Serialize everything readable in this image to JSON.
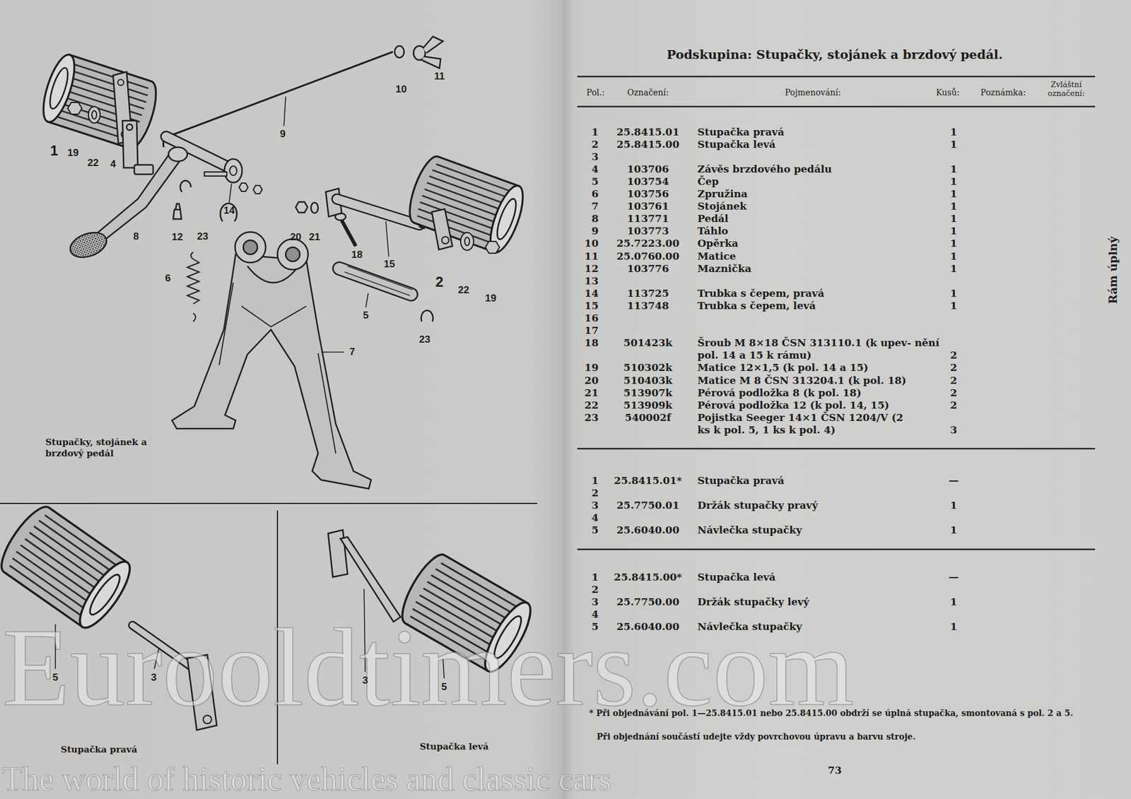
{
  "diagram": {
    "title": "Podskupina: Stupačky, stojánek a brzdový pedál.",
    "labels": [
      "1",
      "19",
      "22",
      "4",
      "9",
      "10",
      "11",
      "8",
      "12",
      "23",
      "14",
      "6",
      "20",
      "21",
      "18",
      "15",
      "2",
      "22",
      "19",
      "5",
      "23",
      "7",
      "Stupačky, stojánek a brzdový pedál",
      "5",
      "3",
      "Stupačka pravá",
      "3",
      "5",
      "Stupačka levá",
      "Pol.:",
      "Označení:",
      "Pojmenování:",
      "Kusů:",
      "Poznámka:",
      "Zvláštní označení:",
      "1",
      "25.8415.01",
      "Stupačka pravá",
      "1",
      "2",
      "25.8415.00",
      "Stupačka levá",
      "1",
      "3",
      "4",
      "103706",
      "Závěs brzdového pedálu",
      "1",
      "5",
      "103754",
      "Čep",
      "1",
      "6",
      "103756",
      "Zpružina",
      "1",
      "7",
      "103761",
      "Stojánek",
      "1",
      "8",
      "113771",
      "Pedál",
      "1",
      "9",
      "103773",
      "Táhlo",
      "1",
      "10",
      "25.7223.00",
      "Opěrka",
      "1",
      "11",
      "25.0760.00",
      "Matice",
      "1",
      "12",
      "103776",
      "Maznička",
      "1",
      "13",
      "14",
      "113725",
      "Trubka s čepem, pravá",
      "1",
      "15",
      "113748",
      "Trubka s čepem, levá",
      "1",
      "16",
      "17",
      "18",
      "501423k",
      "Šroub M 8×18 ČSN 313110.1 (k upev- nění pol. 14 a 15 k rámu)",
      "2",
      "19",
      "510302k",
      "Matice 12×1,5 (k pol. 14 a 15)",
      "2",
      "20",
      "510403k",
      "Matice M 8 ČSN 313204.1 (k pol. 18)",
      "2",
      "21",
      "513907k",
      "Pérová podložka 8 (k pol. 18)",
      "2",
      "22",
      "513909k",
      "Pérová podložka 12 (k pol. 14, 15)",
      "2",
      "23",
      "540002f",
      "Pojistka Seeger 14×1 ČSN 1204/V (2 ks k pol. 5, 1 ks k pol. 4)",
      "3",
      "1",
      "25.8415.01*",
      "Stupačka pravá",
      "—",
      "2",
      "3",
      "25.7750.01",
      "Držák stupačky pravý",
      "1",
      "4",
      "5",
      "25.6040.00",
      "Návlečka stupačky",
      "1",
      "1",
      "25.8415.00*",
      "Stupačka levá",
      "—",
      "2",
      "3",
      "25.7750.00",
      "Držák stupačky levý",
      "1",
      "4",
      "5",
      "25.6040.00",
      "Návlečka stupačky",
      "1",
      "* Při objednávání pol. 1—25.8415.01 nebo 25.8415.00 obdrží se úplná stupačka, smontovaná s pol. 2 a 5.",
      "Při objednání součástí udejte vždy povrchovou úpravu a barvu stroje.",
      "Rám úplný",
      "73",
      "Eurooldtimers.com",
      "The world of historic vehicles and classic cars"
    ]
  }
}
